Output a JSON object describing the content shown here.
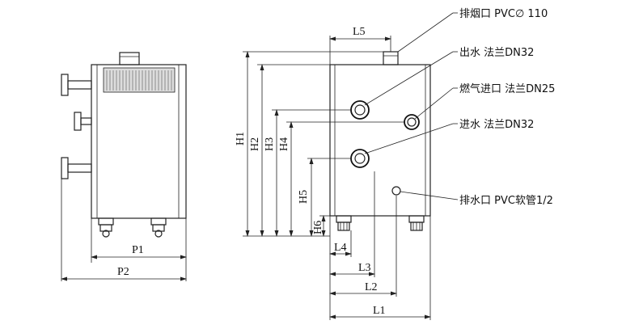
{
  "labels": {
    "flue": "排烟口 PVC∅ 110",
    "water_out": "出水 法兰DN32",
    "gas_in": "燃气进口 法兰DN25",
    "water_in": "进水 法兰DN32",
    "drain": "排水口 PVC软管1/2"
  },
  "dimensions": {
    "L5": "L5",
    "H1": "H1",
    "H2": "H2",
    "H3": "H3",
    "H4": "H4",
    "H5": "H5",
    "H6": "H6",
    "L4": "L4",
    "L3": "L3",
    "L2": "L2",
    "L1": "L1",
    "P1": "P1",
    "P2": "P2"
  }
}
